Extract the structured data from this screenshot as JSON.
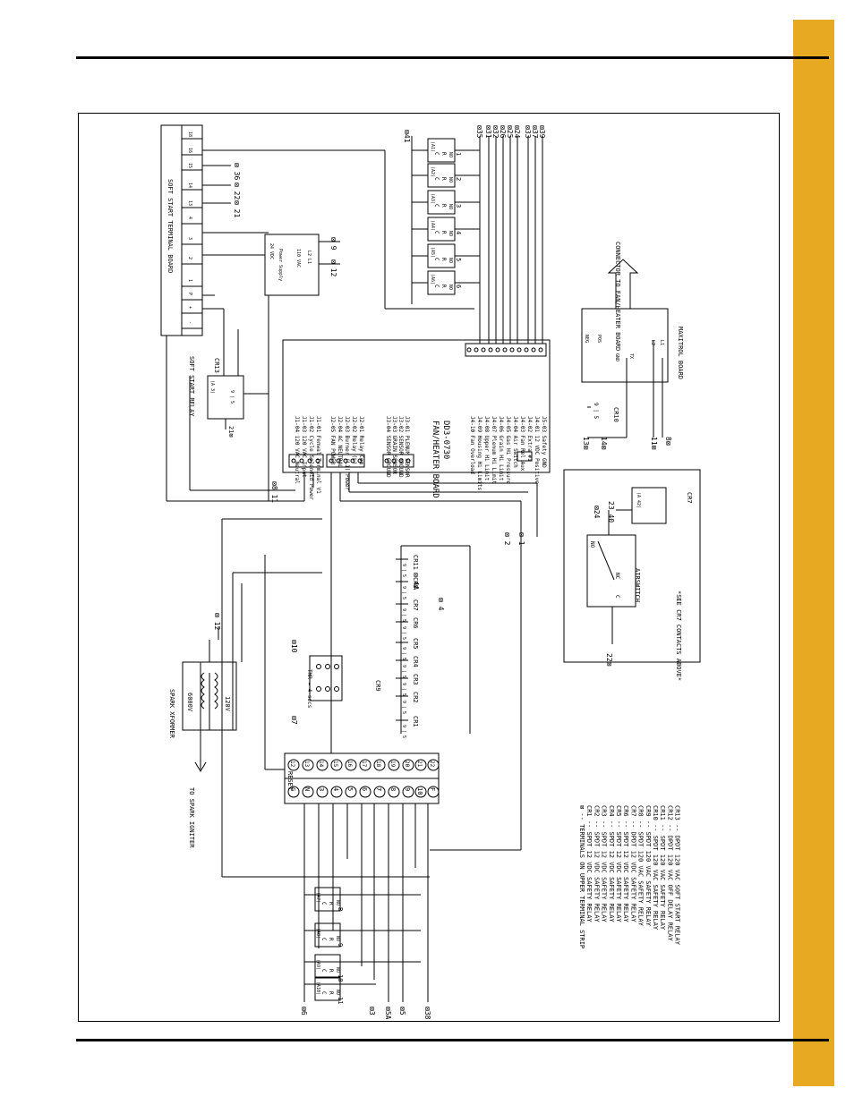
{
  "page": {
    "accent_color": "#e8a922"
  },
  "soft_start_board": {
    "title": "SOFT START TERMINAL BOARD",
    "terminals": [
      "-",
      "+",
      "P",
      "1",
      "2",
      "3",
      "4",
      "13",
      "14",
      "15",
      "16",
      "18"
    ],
    "wires": [
      "36",
      "22",
      "21"
    ]
  },
  "power_supply": {
    "label1": "24 VDC",
    "label2": "Power Supply",
    "label3": "110 VAC",
    "label4": "L2 L1",
    "wires": [
      "9",
      "12"
    ]
  },
  "soft_start_relay": {
    "label": "SOFT START RELAY",
    "name": "CR13",
    "terminal_a": "(A 3)",
    "pins": "9 | 5",
    "wire": "21"
  },
  "sensors": {
    "items": [
      {
        "tag": "(A1)",
        "num": "1"
      },
      {
        "tag": "(A2)",
        "num": "2"
      },
      {
        "tag": "(A3)",
        "num": "3"
      },
      {
        "tag": "(A4)",
        "num": "4"
      },
      {
        "tag": "(A5)",
        "num": "5"
      },
      {
        "tag": "(A6)",
        "num": "6"
      }
    ],
    "contact_label": "C",
    "r_label": "R",
    "no_label": "NO",
    "top_wire": "41",
    "right_wires": [
      "35",
      "31",
      "32",
      "26",
      "25",
      "24",
      "33",
      "37",
      "39"
    ]
  },
  "fan_heater_board": {
    "title": "FAN/HEATER BOARD",
    "part": "DD3-0730",
    "j1": [
      "J1-04 120 VAC Neutral",
      "J1-03 120 VAC Input",
      "J1-02 Cycle Solenoid Power",
      "J1-01 Fenwal Terminal V1"
    ],
    "j2": [
      "J2-05 FAN POWER",
      "J2-04 AC NEUTRAL",
      "J2-03 Burner (L1) Power",
      "J2-02 Relay (L)",
      "J2-01 Relay Com"
    ],
    "j3": [
      "J3-04 SENSOR GROUND",
      "J3-03 GRAIN SENSOR",
      "J3-02 SENSOR GROUND",
      "J3-01 PLENUM SENSOR"
    ],
    "j4": [
      "J4-10 Fan Overload",
      "J4-09 Housing Hi Limits",
      "J4-08 Upper Hi Limit",
      "J4-07 Plenum Hi Limit",
      "J4-06 Grain Hi Limit",
      "J4-05 Gas Hi Pressure",
      "J4-04 Air Switch",
      "J4-03 Fan Rel Aux",
      "J4-02 Extra #1",
      "J4-01 12 VDC Positive",
      "J5-03 Safety GND"
    ],
    "wires": [
      "8",
      "11"
    ]
  },
  "connector": {
    "label": "CONNECTOR TO FAN/HEATER BOARD"
  },
  "maxitrol_board": {
    "title": "MAXITROL BOARD",
    "terminals": [
      "NEG",
      "POS",
      "GND",
      "TX",
      "L2",
      "L1"
    ]
  },
  "cr10": {
    "name": "CR10",
    "pins": "9 | 5",
    "wires": [
      "13",
      "14",
      "11",
      "8"
    ]
  },
  "spark_xformer": {
    "title": "SPARK XFORMER",
    "primary": "120V",
    "secondary": "6000V",
    "wire": "12",
    "igniter": "TO SPARK IGNITER"
  },
  "relays_row": {
    "names": [
      "CR1",
      "CR2",
      "CR3",
      "CR4",
      "CR5",
      "CR6",
      "CR7",
      "CR8",
      "CR11"
    ],
    "wires": [
      "4",
      "4A",
      "2",
      "1"
    ]
  },
  "cr9": {
    "name": "CR9",
    "timer": "TMR = 4 secs",
    "wires": [
      "10",
      "7"
    ]
  },
  "airswitch": {
    "label": "AIRSWITCH",
    "no": "NO",
    "nc": "NC",
    "c": "C",
    "wires": [
      "24",
      "23",
      "40",
      "22"
    ],
    "note": "*SEE CR7 CONTACTS ABOVE*",
    "relay": "CR7",
    "relay_tag": "(A 42)"
  },
  "terminal_strip": {
    "left": [
      "G",
      "N",
      "3",
      "4",
      "5",
      "6",
      "7",
      "8",
      "9",
      "10",
      "F"
    ],
    "right": [
      "RESET",
      "12",
      "13",
      "14",
      "15",
      "16",
      "17",
      "18",
      "19",
      "20",
      "21",
      "22"
    ]
  },
  "bottom_relays": {
    "items": [
      {
        "tag": "(A7)",
        "num": "B"
      },
      {
        "tag": "(A8)",
        "num": "9"
      },
      {
        "tag": "(A9)",
        "num": "10"
      },
      {
        "tag": "(A10)",
        "num": "11"
      }
    ],
    "wires": [
      "6",
      "3",
      "5A",
      "5",
      "38"
    ]
  },
  "legend": {
    "lines": [
      "⊠ -- TERMINALS ON UPPER TERMINAL STRIP",
      "CR1 -- SPDT 12 VDC SAFETY RELAY",
      "CR2 -- SPDT 12 VDC SAFETY RELAY",
      "CR3 -- SPDT 12 VDC SAFETY RELAY",
      "CR4 -- SPDT 12 VDC SAFETY RELAY",
      "CR5 -- SPDT 12 VDC SAFETY RELAY",
      "CR6 -- SPDT 12 VDC SAFETY RELAY",
      "CR7 -- DPDT 12 VDC SAFETY RELAY",
      "CR8 -- SPDT 120 VAC SAFETY RELAY",
      "CR9 -- SPDT 120 VAC SAFETY RELAY",
      "CR10 -- SPDT 120 VAC SAFETY RELAY",
      "CR11 -- SPDT 120 VAC SAFETY RELAY",
      "CR12 -- DPDT 120 VAC OFF DELAY RELAY",
      "CR13 -- DPDT 120 VAC SOFT START RELAY"
    ]
  }
}
